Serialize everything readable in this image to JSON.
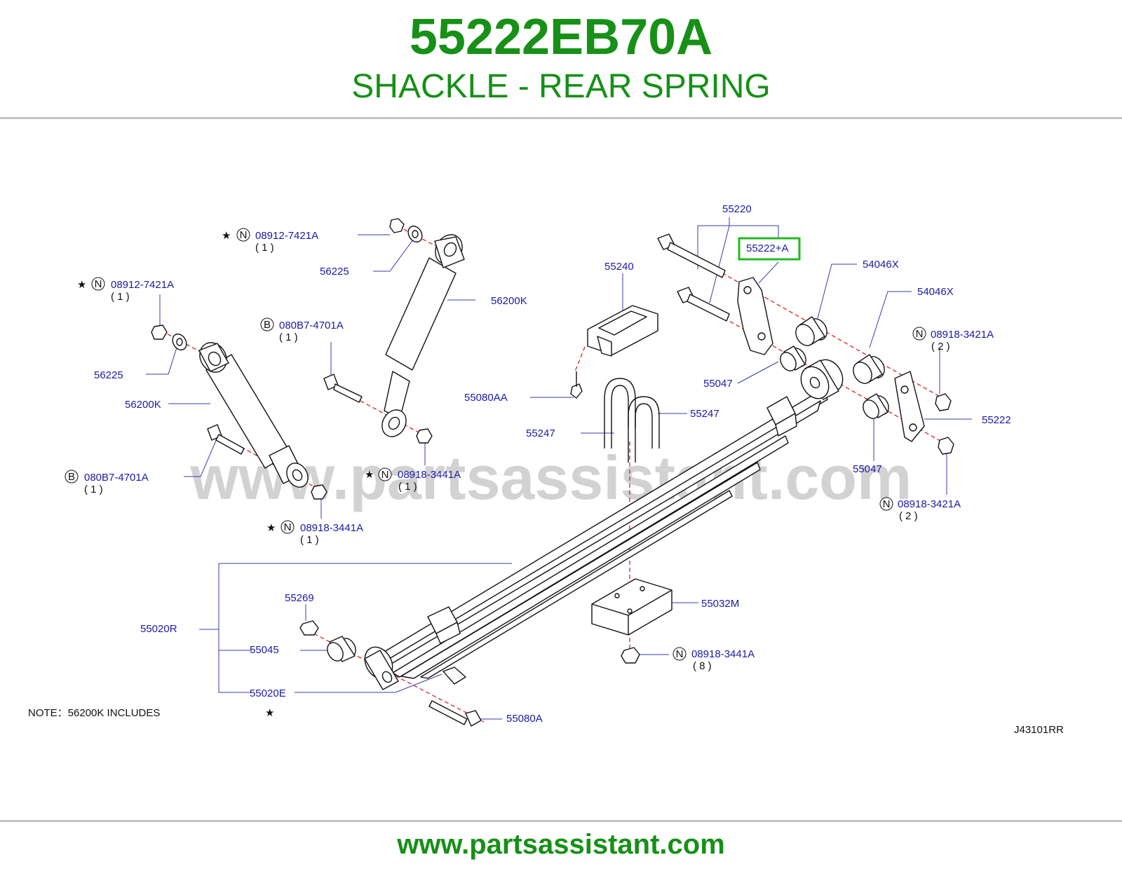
{
  "header": {
    "part_number": "55222EB70A",
    "part_name": "SHACKLE - REAR SPRING"
  },
  "footer": {
    "url": "www.partsassistant.com"
  },
  "diagram": {
    "watermark": "www.partsassistant.com",
    "diagram_code": "J43101RR",
    "note_text": "NOTE：56200K   INCLUDES",
    "note_symbol": "★",
    "highlight_color": "#22bb22",
    "label_color": "#1a1aa8",
    "labels": {
      "l_55220": "55220",
      "l_55222a": "55222+A",
      "l_54046x_a": "54046X",
      "l_54046x_b": "54046X",
      "l_08918_3421a_top": "08918-3421A",
      "l_qty2_top": "( 2 )",
      "l_55222": "55222",
      "l_55047_a": "55047",
      "l_55047_b": "55047",
      "l_08918_3421a_bot": "08918-3421A",
      "l_qty2_bot": "( 2 )",
      "l_55240": "55240",
      "l_55080aa": "55080AA",
      "l_55247_a": "55247",
      "l_55247_b": "55247",
      "l_08912_7421a_top": "08912-7421A",
      "l_qty1_a": "( 1 )",
      "l_56225_a": "56225",
      "l_56200k_a": "56200K",
      "l_080b7_4701a_a": "080B7-4701A",
      "l_qty1_b": "( 1 )",
      "l_08918_3441a_a": "08918-3441A",
      "l_qty1_c": "( 1 )",
      "l_08912_7421a_left": "08912-7421A",
      "l_qty1_d": "( 1 )",
      "l_56225_b": "56225",
      "l_56200k_b": "56200K",
      "l_080b7_4701a_b": "080B7-4701A",
      "l_qty1_e": "( 1 )",
      "l_08918_3441a_b": "08918-3441A",
      "l_qty1_f": "( 1 )",
      "l_55020r": "55020R",
      "l_55269": "55269",
      "l_55045": "55045",
      "l_55020e": "55020E",
      "l_55080a": "55080A",
      "l_55032m": "55032M",
      "l_08918_3441a_c": "08918-3441A",
      "l_qty8": "( 8 )"
    },
    "markers": {
      "n": "N",
      "b": "B",
      "star": "★"
    }
  }
}
